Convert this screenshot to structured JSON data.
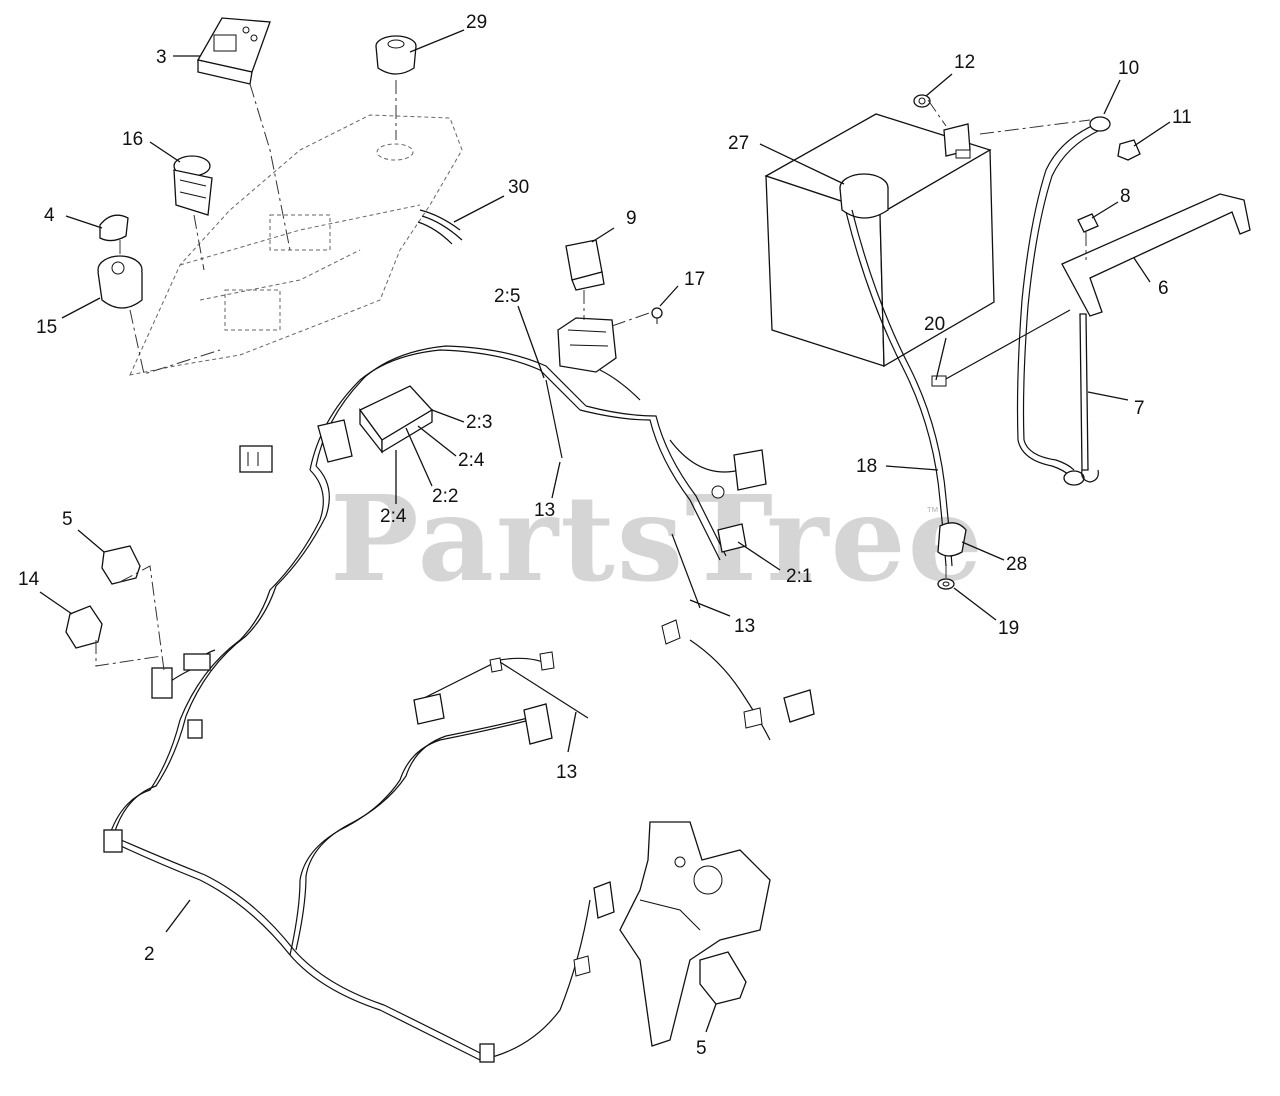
{
  "watermark": {
    "text": "PartsTree",
    "trademark": "™"
  },
  "callouts": {
    "c2": "2",
    "c2_1": "2:1",
    "c2_2": "2:2",
    "c2_3": "2:3",
    "c2_4a": "2:4",
    "c2_4b": "2:4",
    "c2_5": "2:5",
    "c3": "3",
    "c4": "4",
    "c5a": "5",
    "c5b": "5",
    "c6": "6",
    "c7": "7",
    "c8": "8",
    "c9": "9",
    "c10": "10",
    "c11": "11",
    "c12": "12",
    "c13a": "13",
    "c13b": "13",
    "c13c": "13",
    "c14": "14",
    "c15": "15",
    "c16": "16",
    "c17": "17",
    "c18": "18",
    "c19": "19",
    "c20": "20",
    "c27": "27",
    "c28": "28",
    "c29": "29",
    "c30": "30"
  },
  "colors": {
    "ink": "#111111",
    "watermark": "#c8c8c8",
    "background": "#ffffff"
  }
}
